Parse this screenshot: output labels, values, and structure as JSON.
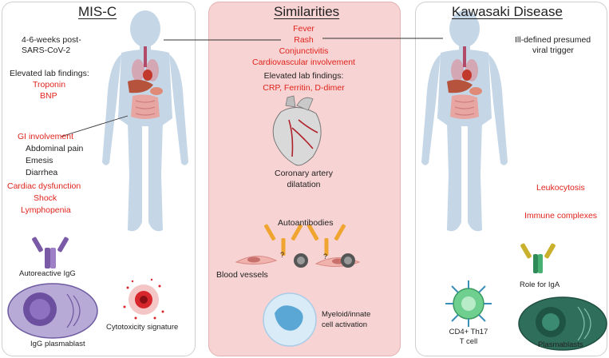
{
  "misc": {
    "title": "MIS-C",
    "trigger_line1": "4-6-weeks post-",
    "trigger_line2": "SARS-CoV-2",
    "lab_heading": "Elevated lab findings:",
    "labs": [
      "Troponin",
      "BNP"
    ],
    "gi_label": "GI involvement",
    "gi_items": [
      "Abdominal pain",
      "Emesis",
      "Diarrhea"
    ],
    "other_findings": [
      "Cardiac dysfunction",
      "Shock",
      "Lymphopenia"
    ],
    "autoreactive_label": "Autoreactive IgG",
    "plasmablast_label": "IgG plasmablast",
    "cytotoxicity_label": "Cytotoxicity signature"
  },
  "similarities": {
    "title": "Similarities",
    "symptoms": [
      "Fever",
      "Rash",
      "Conjunctivitis",
      "Cardiovascular involvement"
    ],
    "lab_heading": "Elevated lab findings:",
    "labs": "CRP, Ferritin, D-dimer",
    "coronary_line1": "Coronary artery",
    "coronary_line2": "dilatation",
    "autoantibodies_label": "Autoantibodies",
    "question_mark": "?",
    "blood_vessels_label": "Blood vessels",
    "myeloid_line1": "Myeloid/innate",
    "myeloid_line2": "cell activation"
  },
  "kawasaki": {
    "title": "Kawasaki Disease",
    "trigger_line1": "Ill-defined presumed",
    "trigger_line2": "viral trigger",
    "leukocytosis": "Leukocytosis",
    "immune_complexes": "Immune complexes",
    "iga_label": "Role for IgA",
    "tcell_line1": "CD4+ Th17",
    "tcell_line2": "T cell",
    "plasmablasts_label": "Plasmablasts"
  },
  "colors": {
    "red_text": "#e0231c",
    "similarities_panel": "#f7d3d3",
    "body_silhouette": "#c5d6e6",
    "igg_purple": "#7a5aa6",
    "antibody_orange": "#f0a530",
    "iga_green": "#2e8b57",
    "tcell_green": "#6fcf8f"
  }
}
